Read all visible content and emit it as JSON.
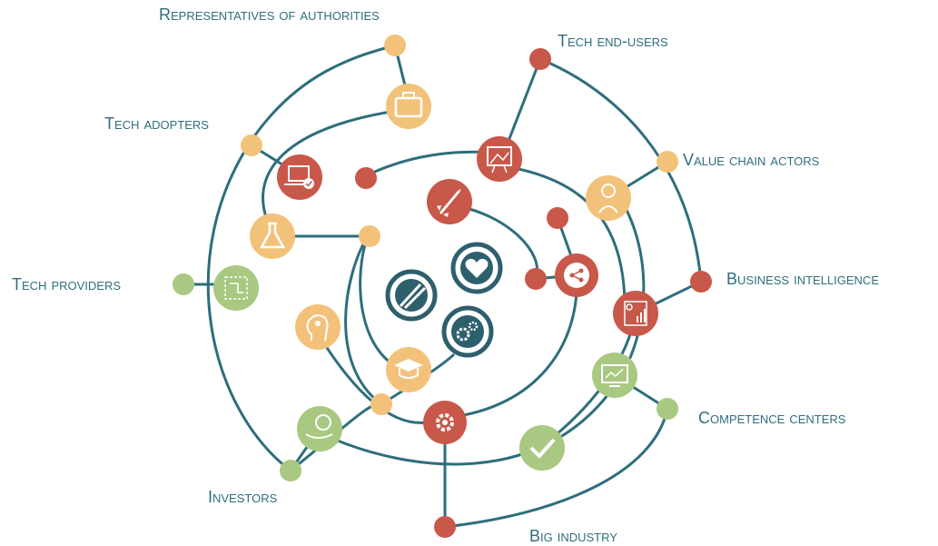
{
  "colors": {
    "teal": "#2e6e7c",
    "yellow": "#f3c27a",
    "red": "#c8584a",
    "green": "#a9c882",
    "dark_teal": "#2e5f6c"
  },
  "labels": {
    "representatives": "Representatives of authorities",
    "tech_end_users": "Tech end-users",
    "tech_adopters": "Tech adopters",
    "value_chain": "Value chain actors",
    "tech_providers": "Tech providers",
    "business_intelligence": "Business intelligence",
    "competence_centers": "Competence centers",
    "investors": "Investors",
    "big_industry": "Big industry"
  },
  "icons": [
    "briefcase-icon",
    "presentation-icon",
    "laptop-check-icon",
    "rocket-icon",
    "lightbulb-person-icon",
    "flask-icon",
    "share-icon",
    "circuit-board-icon",
    "report-chart-icon",
    "head-idea-icon",
    "graduation-cap-icon",
    "monitor-chart-icon",
    "money-hand-icon",
    "gear-icon",
    "checkmark-icon",
    "heart-star-icon",
    "utensils-icon",
    "gears-icon"
  ]
}
